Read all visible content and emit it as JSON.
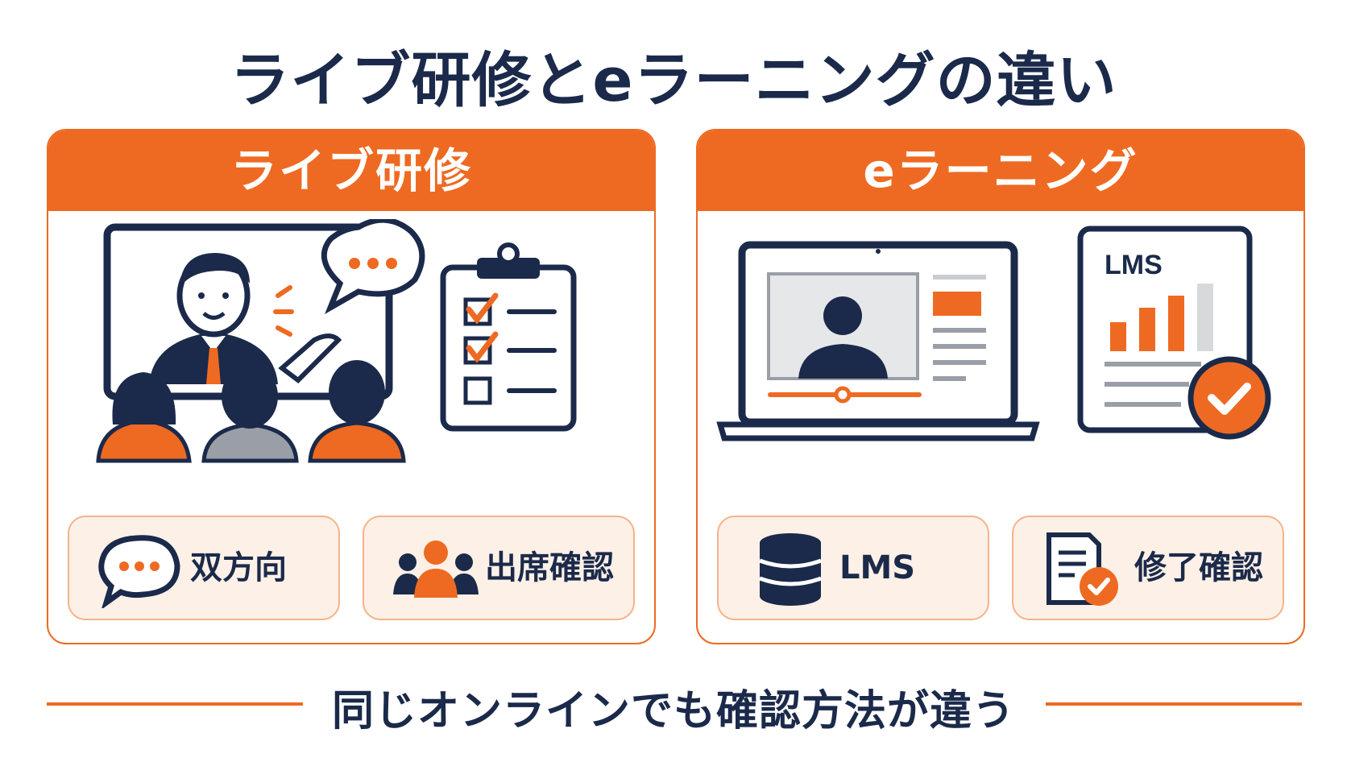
{
  "title": "ライブ研修とeラーニングの違い",
  "colors": {
    "accent": "#ee6a22",
    "navy": "#1b2a4a",
    "light_orange": "#fdf0e7",
    "gray": "#9a9ea6"
  },
  "left_panel": {
    "header": "ライブ研修",
    "features": [
      {
        "icon": "speech-bubble-icon",
        "label": "双方向"
      },
      {
        "icon": "people-group-icon",
        "label": "出席確認"
      }
    ]
  },
  "right_panel": {
    "header": "eラーニング",
    "lms_card_label": "LMS",
    "features": [
      {
        "icon": "database-icon",
        "label": "LMS"
      },
      {
        "icon": "document-check-icon",
        "label": "修了確認"
      }
    ]
  },
  "footer": "同じオンラインでも確認方法が違う"
}
